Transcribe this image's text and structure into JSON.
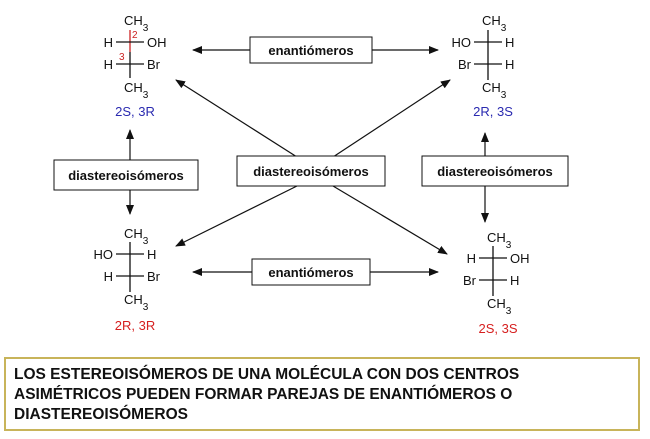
{
  "molecules": {
    "tl": {
      "top": "CH3",
      "left_mid": "H",
      "right_mid": "OH",
      "left_low": "H",
      "right_low": "Br",
      "bottom": "CH3",
      "num2": "2",
      "num3": "3",
      "config": "2S, 3R"
    },
    "tr": {
      "top": "CH3",
      "left_mid": "HO",
      "right_mid": "H",
      "left_low": "Br",
      "right_low": "H",
      "bottom": "CH3",
      "config": "2R, 3S"
    },
    "bl": {
      "top": "CH3",
      "left_mid": "HO",
      "right_mid": "H",
      "left_low": "H",
      "right_low": "Br",
      "bottom": "CH3",
      "config": "2R, 3R"
    },
    "br": {
      "top": "CH3",
      "left_mid": "H",
      "right_mid": "OH",
      "left_low": "Br",
      "right_low": "H",
      "bottom": "CH3",
      "config": "2S, 3S"
    }
  },
  "relations": {
    "enant_top": "enantiómeros",
    "enant_bottom": "enantiómeros",
    "diast_left": "diastereoisómeros",
    "diast_center": "diastereoisómeros",
    "diast_right": "diastereoisómeros"
  },
  "caption": "LOS ESTEREOISÓMEROS DE UNA MOLÉCULA CON DOS CENTROS ASIMÉTRICOS PUEDEN FORMAR PAREJAS DE ENANTIÓMEROS O DIASTEREOISÓMEROS"
}
